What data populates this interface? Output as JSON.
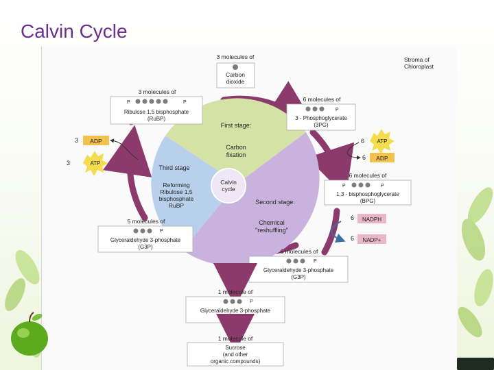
{
  "slide": {
    "title": "Calvin Cycle"
  },
  "diagram": {
    "stroma_label": [
      "Stroma of",
      "Chloroplast"
    ],
    "co2_box": {
      "count": "3 molecules of",
      "lines": [
        "Carbon",
        "dioxide"
      ]
    },
    "rubp_box": {
      "count": "3 molecules of",
      "lines": [
        "Ribulose 1,5 bisphosphate",
        "(RuBP)"
      ]
    },
    "pg3_box": {
      "count": "6 molecules of",
      "lines": [
        "3 - Phosphoglycerate",
        "(3PG)"
      ]
    },
    "bpg_box": {
      "count": "6 molecules of",
      "lines": [
        "1,3 - bisphosphoglycerate",
        "(BPG)"
      ]
    },
    "g3p5_box": {
      "count": "5 molecules of",
      "lines": [
        "Glyceraldehyde 3-phosphate",
        "(G3P)"
      ]
    },
    "g3p6_box": {
      "count": "6 molecules of",
      "lines": [
        "Glyceraldehyde 3-phosphate",
        "(G3P)"
      ]
    },
    "g3p1_box": {
      "count": "1 molecule of",
      "lines": [
        "Glyceraldehyde 3-phosphate",
        "(G3P)"
      ]
    },
    "sucrose_box": {
      "count": "1 molecule of",
      "lines": [
        "Sucrose",
        "(and other",
        "organic compounds)"
      ]
    },
    "stage1": {
      "title": "First stage:",
      "lines": [
        "Carbon",
        "fixation"
      ]
    },
    "stage2": {
      "title": "Second stage:",
      "lines": [
        "Chemical",
        "\"reshuffling\""
      ]
    },
    "stage3": {
      "title": "Third stage",
      "lines": [
        "Reforming",
        "Ribulose 1,5",
        "bisphosphate",
        "RuBP"
      ]
    },
    "center": {
      "lines": [
        "Calvin",
        "cycle"
      ]
    },
    "phosphate_label": "P",
    "left_energy": {
      "adp_count": "3",
      "adp_label": "ADP",
      "atp_count": "3",
      "atp_label": "ATP"
    },
    "right_energy": {
      "atp_count": "6",
      "atp_label": "ATP",
      "adp_count": "6",
      "adp_label": "ADP"
    },
    "nadph": {
      "nadph_count": "6",
      "nadph_label": "NADPH",
      "nadp_count": "6",
      "nadp_label": "NADP+"
    },
    "colors": {
      "ring": "#8b3a6b",
      "sector_first": "#d5e2a6",
      "sector_second": "#c9b3de",
      "sector_third": "#b8d0ec",
      "center": "#efe7f5",
      "energy_box": "#f2c14e",
      "atp_burst": "#f5dc4f",
      "nadph_box": "#eab7c9",
      "molecule": "#7d7d7d"
    }
  }
}
